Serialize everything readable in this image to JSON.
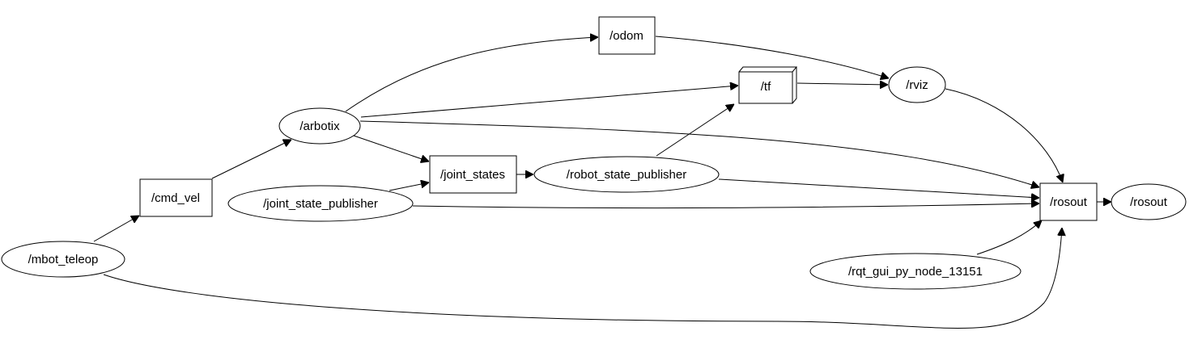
{
  "graph": {
    "nodes": {
      "mbot_teleop": {
        "label": "/mbot_teleop",
        "kind": "node"
      },
      "cmd_vel": {
        "label": "/cmd_vel",
        "kind": "topic"
      },
      "arbotix": {
        "label": "/arbotix",
        "kind": "node"
      },
      "joint_state_publisher": {
        "label": "/joint_state_publisher",
        "kind": "node"
      },
      "joint_states": {
        "label": "/joint_states",
        "kind": "topic"
      },
      "robot_state_publisher": {
        "label": "/robot_state_publisher",
        "kind": "node"
      },
      "odom": {
        "label": "/odom",
        "kind": "topic"
      },
      "tf": {
        "label": "/tf",
        "kind": "topic-group"
      },
      "rviz": {
        "label": "/rviz",
        "kind": "node"
      },
      "rosout_topic": {
        "label": "/rosout",
        "kind": "topic"
      },
      "rosout_node": {
        "label": "/rosout",
        "kind": "node"
      },
      "rqt_gui": {
        "label": "/rqt_gui_py_node_13151",
        "kind": "node"
      }
    },
    "edges": [
      {
        "from": "mbot_teleop",
        "to": "cmd_vel"
      },
      {
        "from": "mbot_teleop",
        "to": "rosout_topic"
      },
      {
        "from": "cmd_vel",
        "to": "arbotix"
      },
      {
        "from": "arbotix",
        "to": "odom"
      },
      {
        "from": "arbotix",
        "to": "tf"
      },
      {
        "from": "arbotix",
        "to": "joint_states"
      },
      {
        "from": "arbotix",
        "to": "rosout_topic"
      },
      {
        "from": "joint_state_publisher",
        "to": "joint_states"
      },
      {
        "from": "joint_state_publisher",
        "to": "rosout_topic"
      },
      {
        "from": "joint_states",
        "to": "robot_state_publisher"
      },
      {
        "from": "robot_state_publisher",
        "to": "tf"
      },
      {
        "from": "robot_state_publisher",
        "to": "rosout_topic"
      },
      {
        "from": "odom",
        "to": "rviz"
      },
      {
        "from": "tf",
        "to": "rviz"
      },
      {
        "from": "rviz",
        "to": "rosout_topic"
      },
      {
        "from": "rqt_gui",
        "to": "rosout_topic"
      },
      {
        "from": "rosout_topic",
        "to": "rosout_node"
      }
    ]
  }
}
